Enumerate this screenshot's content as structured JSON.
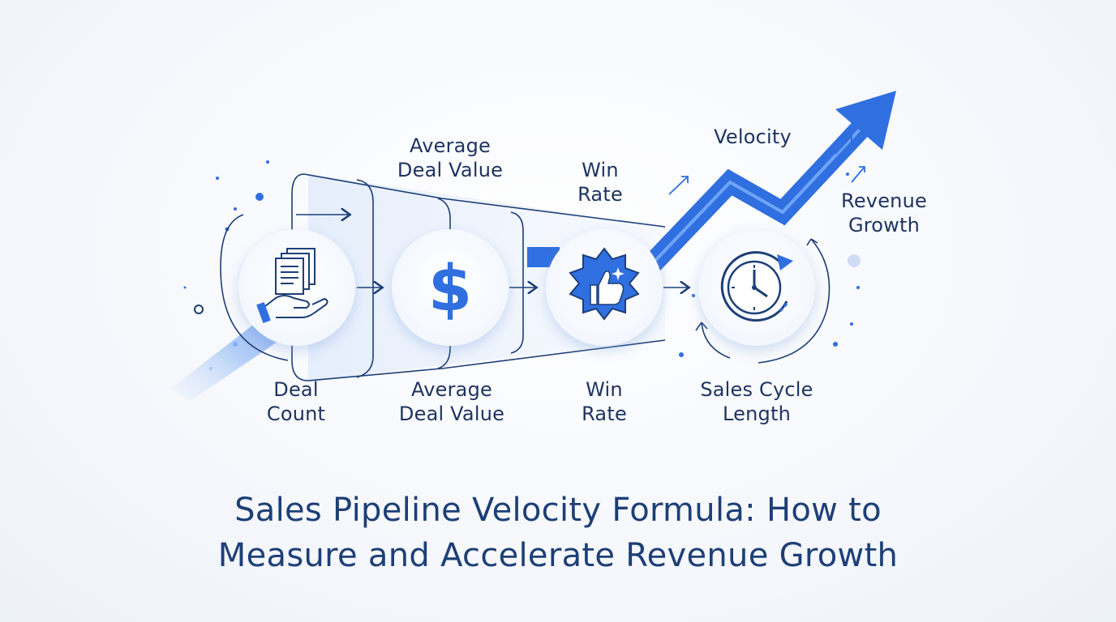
{
  "labels": {
    "top_avg_deal_value": [
      "Average",
      "Deal Value"
    ],
    "top_win_rate": [
      "Win",
      "Rate"
    ],
    "velocity": "Velocity",
    "revenue_growth": [
      "Revenue",
      "Growth"
    ],
    "deal_count": [
      "Deal",
      "Count"
    ],
    "bottom_avg_deal_value": [
      "Average",
      "Deal Value"
    ],
    "bottom_win_rate": [
      "Win",
      "Rate"
    ],
    "sales_cycle_length": [
      "Sales Cycle",
      "Length"
    ]
  },
  "icons": {
    "stage1": "documents-in-hand-icon",
    "stage2": "dollar-sign-icon",
    "stage3": "thumbs-up-badge-icon",
    "stage4": "clock-refresh-icon"
  },
  "dollar_symbol": "$",
  "title": [
    "Sales Pipeline Velocity Formula: How to",
    "Measure and Accelerate Revenue Growth"
  ],
  "colors": {
    "accent": "#2f6fe0",
    "navy": "#1d3f77",
    "light_blue": "#cfe0fb"
  }
}
